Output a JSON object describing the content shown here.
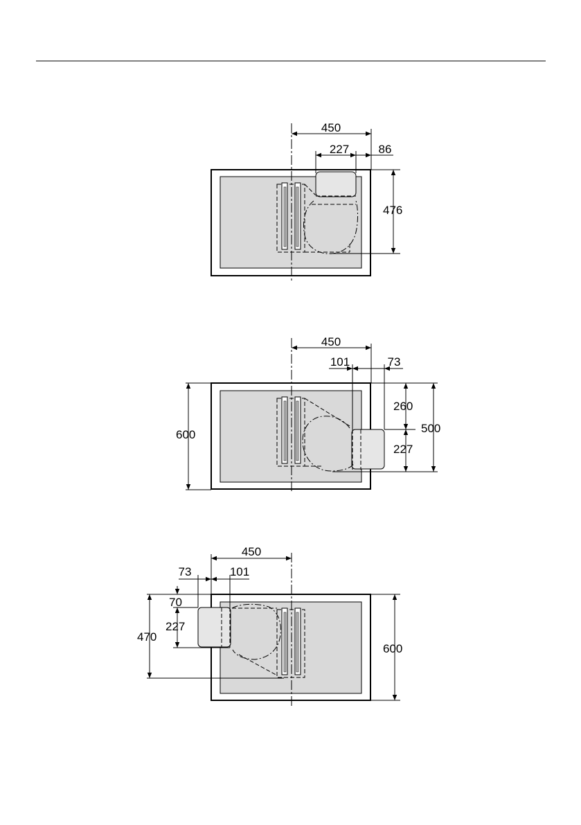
{
  "diagrams": [
    {
      "id": "top",
      "labels": {
        "width_total": "450",
        "duct_width": "227",
        "duct_offset": "86",
        "depth": "476"
      }
    },
    {
      "id": "middle",
      "labels": {
        "width_total": "450",
        "duct_offset": "101",
        "duct_extension": "73",
        "depth_upper": "260",
        "duct_height": "227",
        "depth_total": "500",
        "cabinet_depth": "600"
      }
    },
    {
      "id": "bottom",
      "labels": {
        "width_total": "450",
        "duct_extension": "73",
        "duct_offset": "101",
        "top_gap": "70",
        "duct_height": "227",
        "depth_total": "470",
        "cabinet_depth": "600"
      }
    }
  ]
}
